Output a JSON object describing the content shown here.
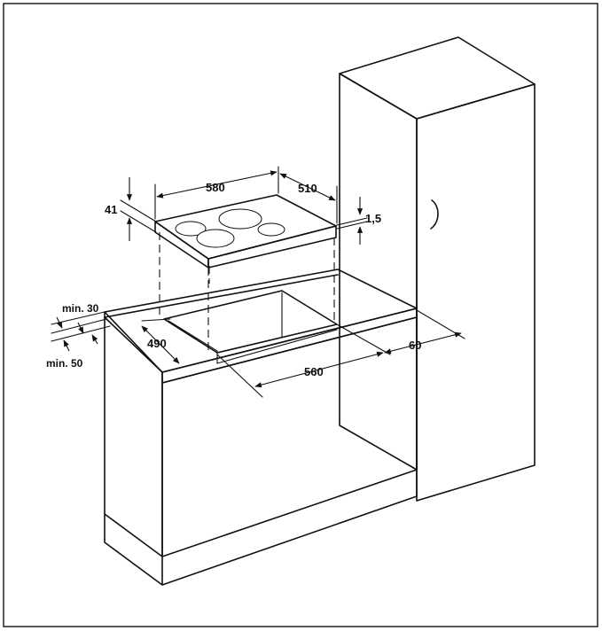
{
  "diagram": {
    "dimensions": {
      "hob_width": "580",
      "hob_depth": "510",
      "hob_height": "41",
      "hob_rim": "1,5",
      "clearance_back": "min. 30",
      "clearance_front": "min. 50",
      "cutout_depth": "490",
      "cutout_width": "560",
      "wall_unit_distance": "60"
    }
  }
}
